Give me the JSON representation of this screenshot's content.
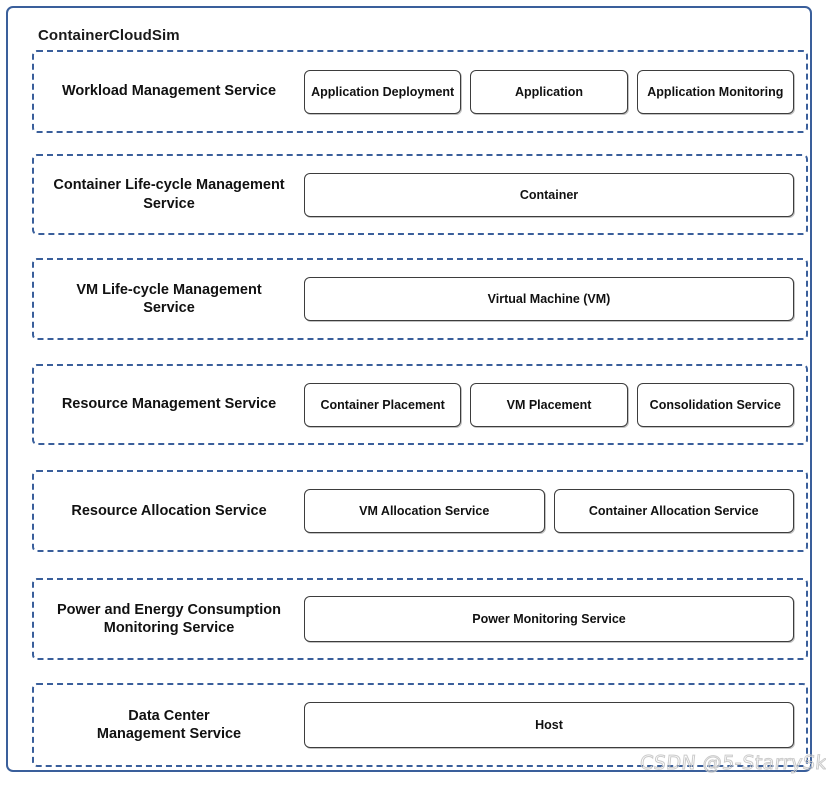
{
  "diagram": {
    "title": "ContainerCloudSim",
    "watermark": "CSDN @5-StarrySky",
    "colors": {
      "frame_border": "#3a5f9b",
      "row_border": "#3a5f9b",
      "box_border": "#3d3d3d",
      "text": "#111111",
      "background": "#ffffff",
      "watermark": "#c9c9c9"
    },
    "rows": [
      {
        "label": "Workload Management Service",
        "boxes": [
          {
            "label": "Application Deployment"
          },
          {
            "label": "Application"
          },
          {
            "label": "Application Monitoring"
          }
        ]
      },
      {
        "label": "Container Life-cycle Management\nService",
        "boxes": [
          {
            "label": "Container"
          }
        ]
      },
      {
        "label": "VM Life-cycle Management\nService",
        "boxes": [
          {
            "label": "Virtual Machine (VM)"
          }
        ]
      },
      {
        "label": "Resource Management Service",
        "boxes": [
          {
            "label": "Container Placement"
          },
          {
            "label": "VM Placement"
          },
          {
            "label": "Consolidation Service"
          }
        ]
      },
      {
        "label": "Resource Allocation Service",
        "boxes": [
          {
            "label": "VM Allocation Service"
          },
          {
            "label": "Container Allocation Service"
          }
        ]
      },
      {
        "label": "Power and Energy Consumption\nMonitoring Service",
        "boxes": [
          {
            "label": "Power Monitoring Service"
          }
        ]
      },
      {
        "label": "Data Center\nManagement  Service",
        "boxes": [
          {
            "label": "Host"
          }
        ]
      }
    ]
  }
}
